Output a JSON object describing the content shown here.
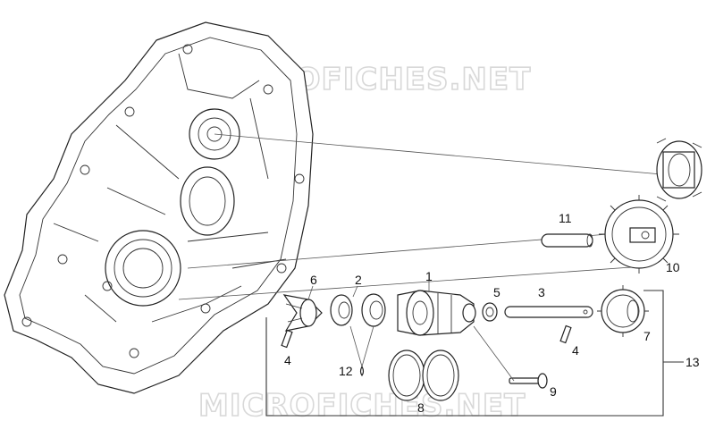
{
  "watermark": {
    "text": "MICROFICHES.NET"
  },
  "callouts": [
    {
      "id": "c1",
      "label": "1"
    },
    {
      "id": "c2",
      "label": "2"
    },
    {
      "id": "c3",
      "label": "3"
    },
    {
      "id": "c4a",
      "label": "4"
    },
    {
      "id": "c4b",
      "label": "4"
    },
    {
      "id": "c5",
      "label": "5"
    },
    {
      "id": "c6",
      "label": "6"
    },
    {
      "id": "c7",
      "label": "7"
    },
    {
      "id": "c8",
      "label": "8"
    },
    {
      "id": "c9",
      "label": "9"
    },
    {
      "id": "c10",
      "label": "10"
    },
    {
      "id": "c11",
      "label": "11"
    },
    {
      "id": "c12",
      "label": "12"
    },
    {
      "id": "c13",
      "label": "13"
    }
  ]
}
